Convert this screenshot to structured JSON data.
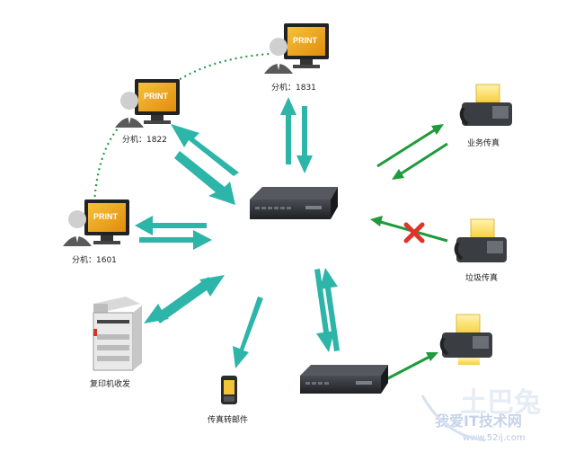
{
  "nodes": {
    "ext_1831": "分机：1831",
    "ext_1822": "分机：1822",
    "ext_1601": "分机：1601",
    "copier": "复印机收发",
    "fax_to_mail": "传真转邮件",
    "business_fax": "业务传真",
    "junk_fax": "垃圾传真"
  },
  "screen_text": "PRINT",
  "watermark": {
    "big": "土巴兔",
    "cn": "我爱IT技术网",
    "url": "www.52ij.com"
  },
  "colors": {
    "teal_arrow": "#2cb5a8",
    "green_arrow": "#1f9a3c",
    "blocked_x": "#e0322b",
    "dotted_link": "#2a9a4a",
    "device_dark": "#2d2f33"
  }
}
